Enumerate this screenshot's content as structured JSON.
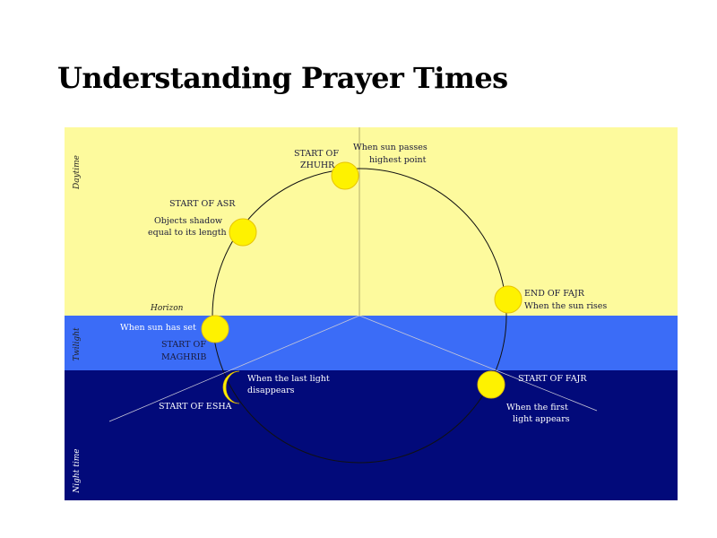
{
  "title": "Understanding Prayer Times",
  "bands": {
    "daytime": "Daytime",
    "twilight": "Twilight",
    "night": "Night time",
    "horizon": "Horizon"
  },
  "colors": {
    "daytime": "#fdfa9d",
    "twilight": "#3b6cf7",
    "night": "#020a7a",
    "sun": "#fef200",
    "sun_stroke": "#e8c400"
  },
  "events": {
    "zuhr": {
      "name_line1": "START OF",
      "name_line2": "ZHUHR",
      "desc_line1": "When sun passes",
      "desc_line2": "highest point"
    },
    "asr": {
      "name": "START OF ASR",
      "desc_line1": "Objects  shadow",
      "desc_line2": "equal to its length"
    },
    "maghrib": {
      "desc": "When sun has set",
      "name_line1": "START OF",
      "name_line2": "MAGHRIB"
    },
    "esha": {
      "desc_line1": "When the last light",
      "desc_line2": "disappears",
      "name": "START OF ESHA"
    },
    "fajr_end": {
      "name": "END OF FAJR",
      "desc": "When the sun rises"
    },
    "fajr_start": {
      "name": "START OF FAJR",
      "desc_line1": "When the first",
      "desc_line2": "light appears"
    }
  }
}
